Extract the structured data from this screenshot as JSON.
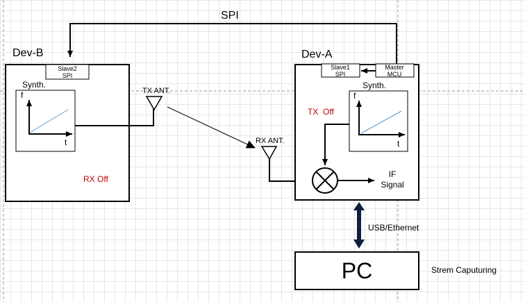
{
  "labels": {
    "spi_bus": "SPI",
    "dev_b": "Dev-B",
    "dev_a": "Dev-A",
    "slave2_line1": "Slave2",
    "slave2_line2": "SPI",
    "slave1_line1": "Slave1",
    "slave1_line2": "SPI",
    "master_line1": "Master",
    "master_line2": "MCU",
    "synth_b": "Synth.",
    "synth_a": "Synth.",
    "axis_f": "f",
    "axis_t": "t",
    "tx_ant": "TX ANT.",
    "rx_ant": "RX ANT.",
    "tx_off": "TX  Off",
    "rx_off": "RX Off",
    "if_line1": "IF",
    "if_line2": "Signal",
    "usb": "USB/Ethernet",
    "pc": "PC",
    "stream": "Strem Caputuring"
  },
  "colors": {
    "off_text": "#c00000",
    "chirp_line": "#5b9bd5",
    "usb_link": "#0f1f3d"
  }
}
